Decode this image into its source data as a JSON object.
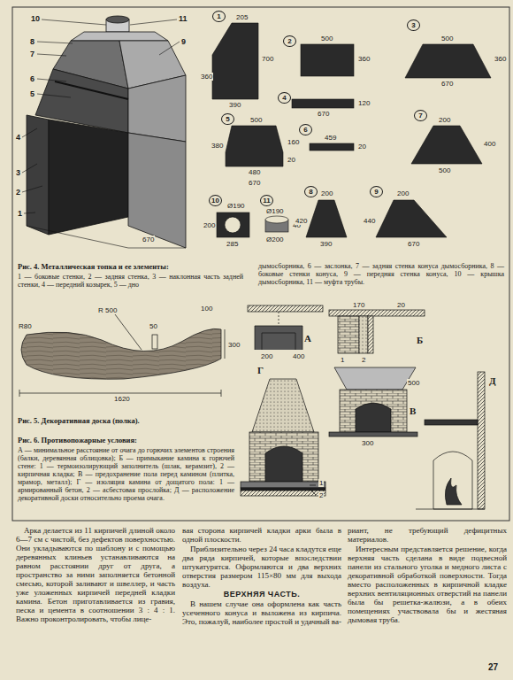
{
  "diagram": {
    "labels": [
      "10",
      "11",
      "8",
      "7",
      "6",
      "5",
      "9",
      "4",
      "3",
      "2",
      "1",
      "670",
      "1",
      "205",
      "700",
      "360",
      "390",
      "2",
      "500",
      "360",
      "3",
      "500",
      "360",
      "670",
      "4",
      "670",
      "120",
      "5",
      "500",
      "380",
      "160",
      "20",
      "480",
      "670",
      "6",
      "459",
      "20",
      "7",
      "200",
      "400",
      "500",
      "10",
      "200",
      "Ø190",
      "285",
      "11",
      "Ø190",
      "40",
      "Ø200",
      "8",
      "200",
      "420",
      "390",
      "9",
      "200",
      "440",
      "670",
      "Рис. 4. Металлическая топка и ее элементы:",
      "1 — боковые стенки, 2 — задняя стенка, 3 — наклонная часть задней стенки, 4 — передний козырек, 5 — дно",
      "дымосборника, 6 — заслонка, 7 — задняя стенка конуса дымосборника, 8 — боковые стенки конуса, 9 — передняя стенка конуса, 10 — крышка дымосборника, 11 — муфта трубы.",
      "R 500",
      "50",
      "100",
      "R80",
      "1620",
      "300",
      "Рис. 5. Декоративная доска (полка).",
      "А",
      "200",
      "400",
      "Б",
      "170",
      "20",
      "1",
      "2",
      "В",
      "500",
      "300",
      "Г",
      "1",
      "2",
      "Д",
      "Рис. 6. Противопожарные условия:",
      "А — минимальное расстояние от очага до горючих элементов строения (балки, деревянная облицовка); Б — примыкание камина к горючей стене: 1 — термоизолирующий заполнитель (шлак, керамзит), 2 — кирпичная кладка; В — предохранение пола перед камином (плитка, мрамор, металл); Г — изоляция камина от дощатого пола: 1 — армированный бетон, 2 — асбестовая прослойка; Д — расположение декоративной доски относительно проема очага.",
      "Арка делается из 11 кирпичей длиной около 6—7 см с чистой, без дефектов поверхностью. Они укладываются по шаблону и с помощью деревянных клиньев устанавливаются на равном расстоянии друг от друга, а пространство за ними заполняется бетонной смесью, которой заливают и швеллер, и часть уже уложенных кирпичей передней кладки камина. Бетон приготавливается из гравия, песка и цемента в соотношении 3 : 4 : 1. Важно проконтролировать, чтобы лице-",
      "вая сторона кирпичей кладки арки была в одной плоскости.",
      "Приблизительно через 24 часа кладутся еще два ряда кирпичей, которые впоследствии штукатурятся. Оформляются и два верхних отверстия размером 115×80 мм для выхода воздуха.",
      "ВЕРХНЯЯ ЧАСТЬ.",
      "В нашем случае она оформлена как часть усеченного конуса и выложена из кирпича. Это, пожалуй, наиболее простой и удачный ва-",
      "риант, не требующий дефицитных материалов.",
      "Интересным представляется решение, когда верхняя часть сделана в виде подвесной панели из стального уголка и медного листа с декоративной обработкой поверхности. Тогда вместо расположенных в кирпичной кладке верхних вентиляционных отверстий на панели была бы решетка-жалюзи, а в обеих помещениях участвовала бы и жестяная дымовая труба.",
      "27"
    ]
  }
}
